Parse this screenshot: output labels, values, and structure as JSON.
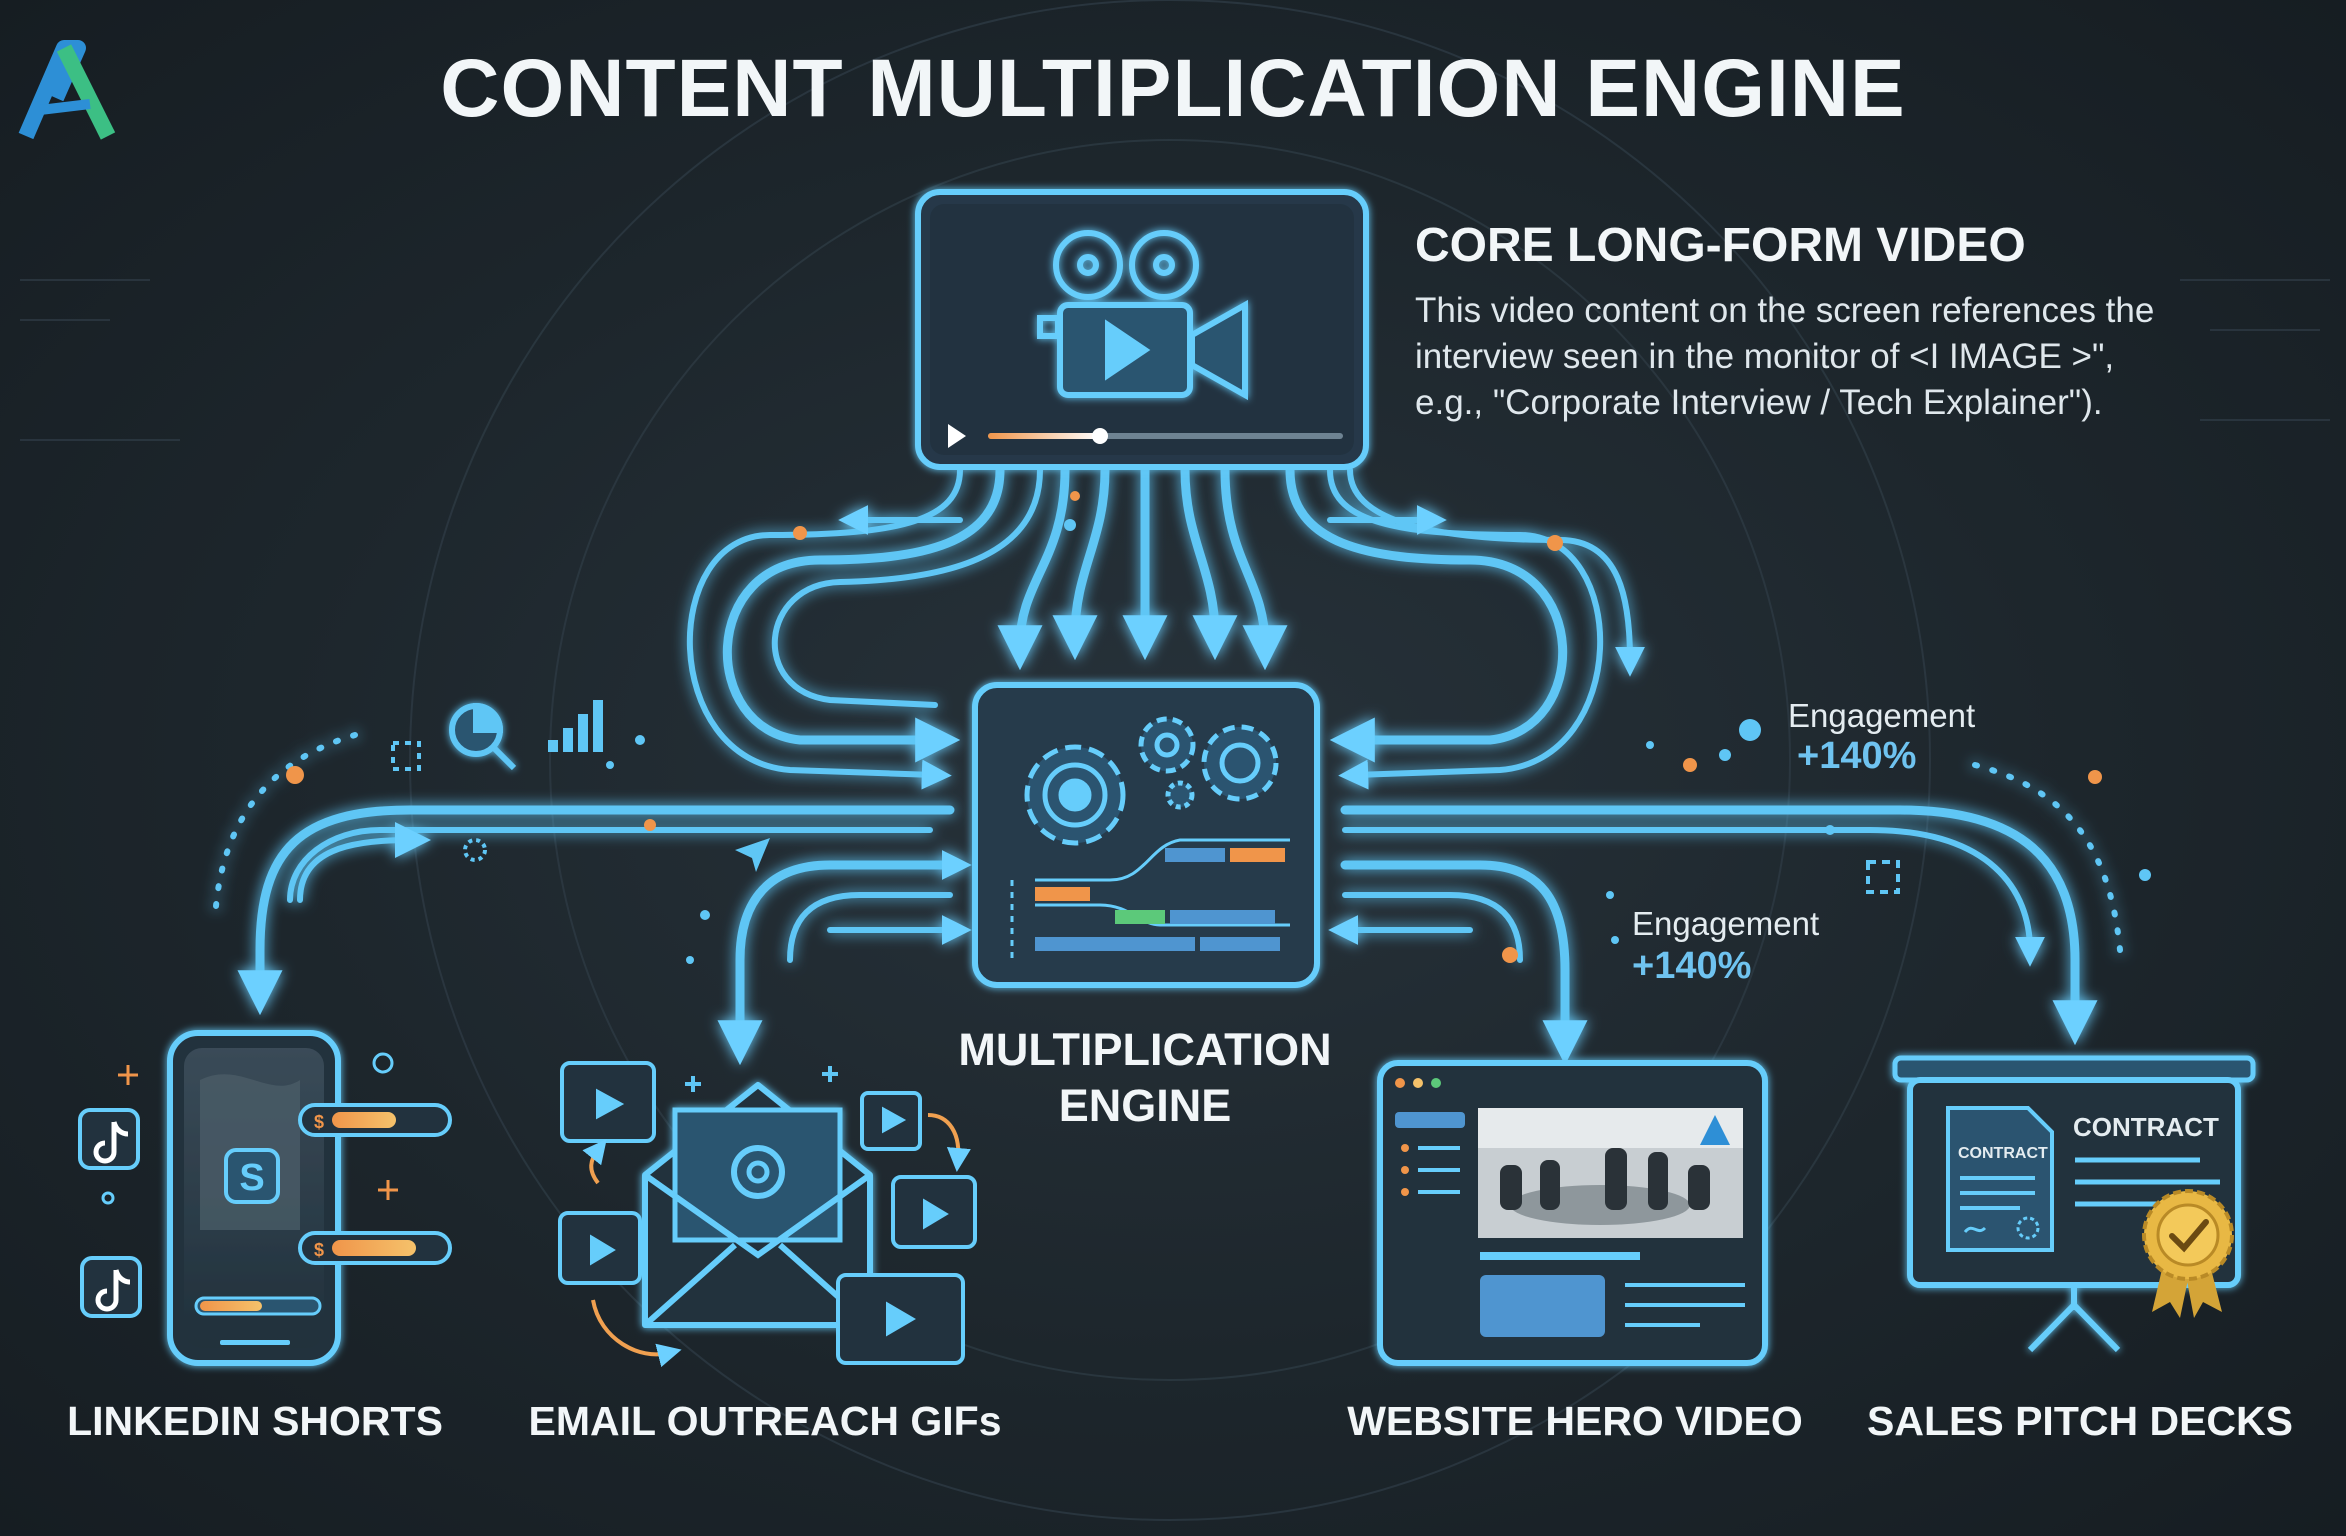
{
  "header": {
    "title": "CONTENT MULTIPLICATION ENGINE"
  },
  "core_video": {
    "heading": "CORE LONG-FORM VIDEO",
    "description": "This video content on the screen references the interview seen in the monitor of <I IMAGE >\", e.g., \"Corporate Interview / Tech Explainer\")."
  },
  "engine": {
    "label": "MULTIPLICATION ENGINE"
  },
  "metrics": [
    {
      "caption": "Engagement",
      "value": "+140%"
    },
    {
      "caption": "Engagement",
      "value": "+140%"
    }
  ],
  "outputs": [
    {
      "label": "LINKEDIN SHORTS"
    },
    {
      "label": "EMAIL OUTREACH GIFs"
    },
    {
      "label": "WEBSITE HERO VIDEO"
    },
    {
      "label": "SALES PITCH DECKS"
    }
  ],
  "contract": {
    "small_label": "CONTRACT",
    "big_label": "CONTRACT"
  },
  "colors": {
    "background": "#1d262c",
    "flow": "#5fc6f5",
    "accent_orange": "#f0954a",
    "accent_green": "#5cc97a",
    "logo_blue": "#2d8fd6",
    "logo_green": "#3cbf84"
  },
  "icons": [
    "logo-icon",
    "film-camera-icon",
    "gears-icon",
    "pie-chart-magnifier-icon",
    "bar-chart-icon",
    "tiktok-icon",
    "email-at-icon",
    "video-frame-icon",
    "browser-window-icon",
    "contract-document-icon",
    "award-seal-icon",
    "paper-plane-icon"
  ]
}
